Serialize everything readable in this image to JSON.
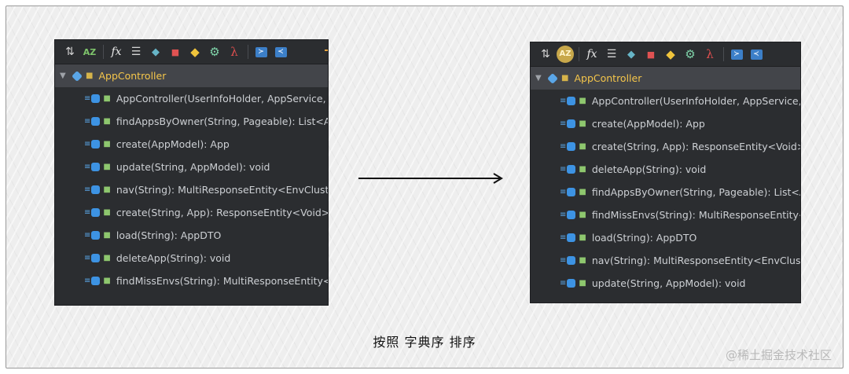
{
  "left_panel": {
    "toolbar_icons": [
      "sort-icon",
      "alpha-sort-icon",
      "fx-icon",
      "list-icon",
      "tag-icon",
      "lock-icon",
      "diamond-icon",
      "gear-icon",
      "lambda-icon",
      "expand-icon",
      "collapse-icon"
    ],
    "toolbar_labels": {
      "alpha": "AZ",
      "fx": "fx",
      "lambda": "λ"
    },
    "class_name": "AppController",
    "members": [
      "AppController(UserInfoHolder, AppService, Po",
      "findAppsByOwner(String, Pageable): List<App",
      "create(AppModel): App",
      "update(String, AppModel): void",
      "nav(String): MultiResponseEntity<EnvClusterI",
      "create(String, App): ResponseEntity<Void>",
      "load(String): AppDTO",
      "deleteApp(String): void",
      "findMissEnvs(String): MultiResponseEntity<St"
    ]
  },
  "right_panel": {
    "toolbar_labels": {
      "alpha": "AZ",
      "fx": "fx",
      "lambda": "λ"
    },
    "alpha_sort_active": true,
    "class_name": "AppController",
    "members": [
      "AppController(UserInfoHolder, AppService, Po",
      "create(AppModel): App",
      "create(String, App): ResponseEntity<Void>",
      "deleteApp(String): void",
      "findAppsByOwner(String, Pageable): List<App",
      "findMissEnvs(String): MultiResponseEntity<St",
      "load(String): AppDTO",
      "nav(String): MultiResponseEntity<EnvClusterI",
      "update(String, AppModel): void"
    ]
  },
  "caption": "按照  字典序  排序",
  "watermark": "@稀土掘金技术社区",
  "colors": {
    "panel_bg": "#2b2d30",
    "header_bg": "#43454a",
    "class_name": "#f5c64b",
    "accent_blue": "#3d93e3"
  }
}
